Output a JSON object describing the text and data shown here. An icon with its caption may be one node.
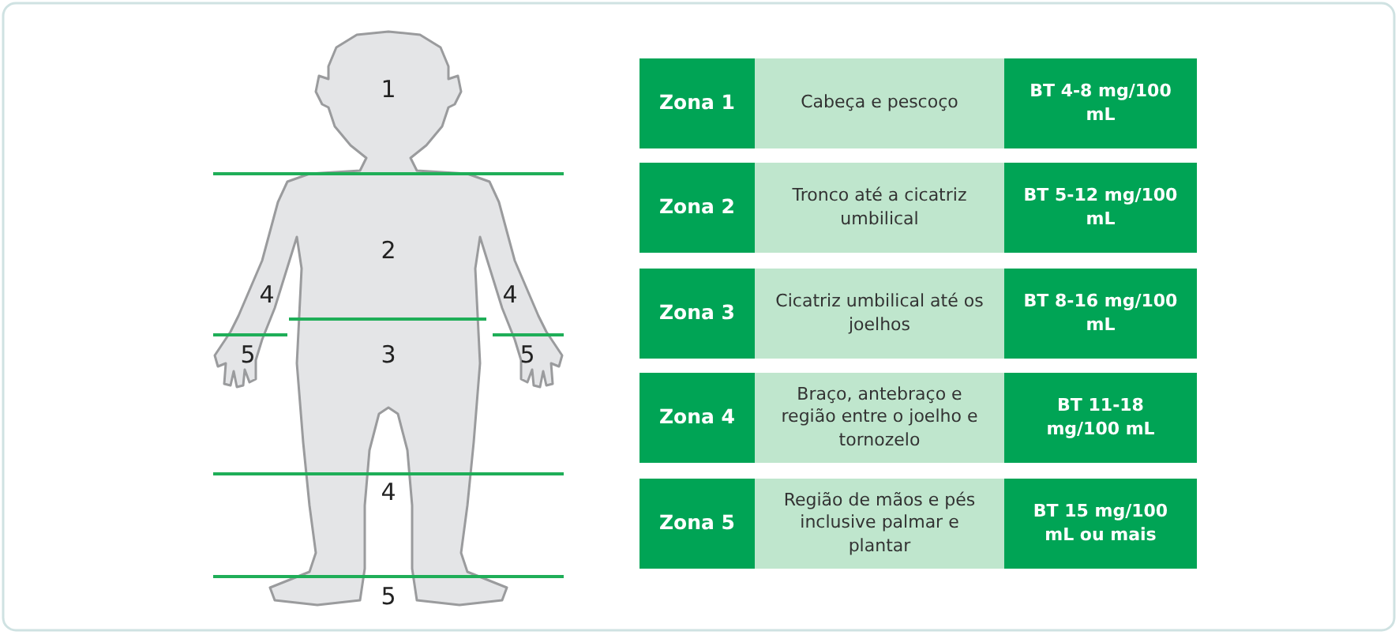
{
  "diagram": {
    "labels": [
      "1",
      "2",
      "4",
      "4",
      "5",
      "3",
      "5",
      "4",
      "5",
      "Zona 1",
      "Cabeça e pescoço",
      "BT 4-8 mg/100 mL",
      "Zona 2",
      "Tronco até a cicatriz umbilical",
      "BT 5-12 mg/100 mL",
      "Zona 3",
      "Cicatriz umbilical até os joelhos",
      "BT 8-16 mg/100 mL",
      "Zona 4",
      "Braço, antebraço e região entre o joelho e tornozelo",
      "BT 11-18 mg/100 mL",
      "Zona 5",
      "Região de mãos e pés inclusive palmar e plantar",
      "BT 15 mg/100 mL ou mais"
    ]
  }
}
